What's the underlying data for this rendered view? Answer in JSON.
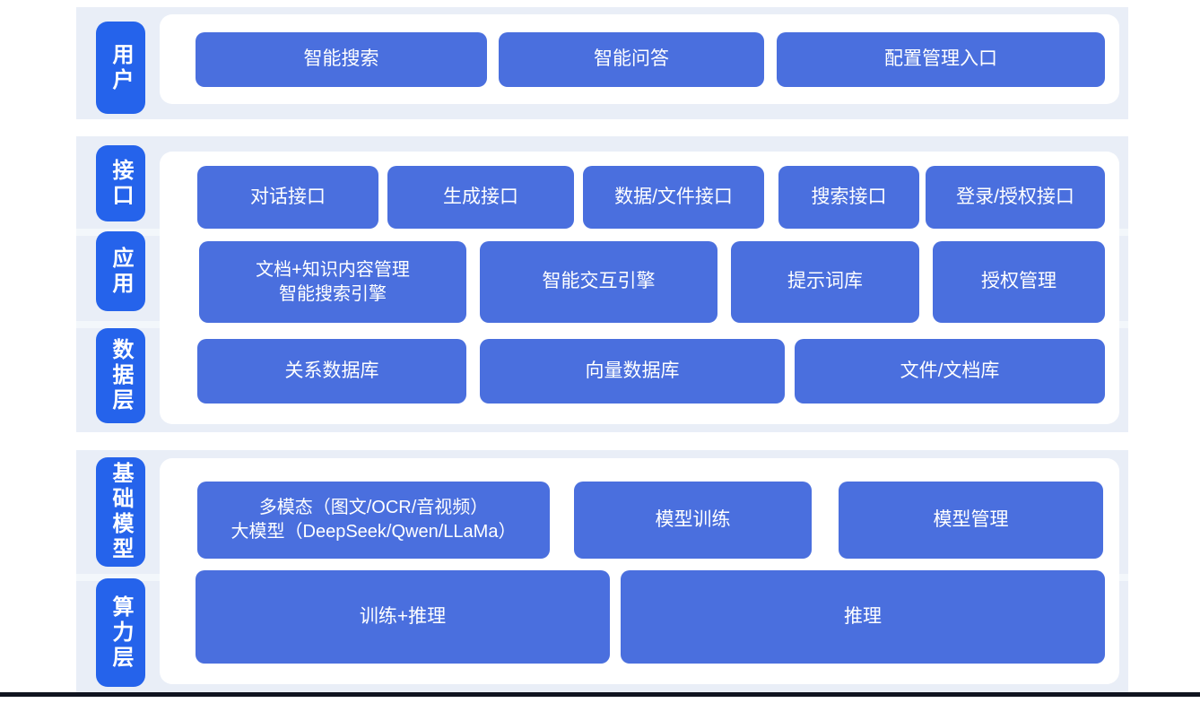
{
  "diagram": {
    "colors": {
      "band_background": "#e9eef7",
      "divider_background": "#f3f7fb",
      "label_background": "#2563eb",
      "box_background": "#4a6fde",
      "box_text": "#ffffff",
      "panel_background": "#ffffff",
      "bottom_rule": "#10141f"
    },
    "layers": {
      "user": {
        "label": "用户",
        "boxes": {
          "smart_search": "智能搜索",
          "smart_qa": "智能问答",
          "config_entry": "配置管理入口"
        }
      },
      "interface": {
        "label": "接口",
        "boxes": {
          "dialog": "对话接口",
          "generation": "生成接口",
          "data_file": "数据/文件接口",
          "search": "搜索接口",
          "login_auth": "登录/授权接口"
        }
      },
      "application": {
        "label": "应用",
        "boxes": {
          "doc_engine_line1": "文档+知识内容管理",
          "doc_engine_line2": "智能搜索引擎",
          "interaction_engine": "智能交互引擎",
          "prompt_library": "提示词库",
          "auth_management": "授权管理"
        }
      },
      "data": {
        "label": "数据层",
        "boxes": {
          "relational_db": "关系数据库",
          "vector_db": "向量数据库",
          "file_doc_store": "文件/文档库"
        }
      },
      "foundation": {
        "label": "基础模型",
        "boxes": {
          "multimodal_line1": "多模态（图文/OCR/音视频）",
          "multimodal_line2": "大模型（DeepSeek/Qwen/LLaMa）",
          "model_training": "模型训练",
          "model_management": "模型管理"
        }
      },
      "compute": {
        "label": "算力层",
        "boxes": {
          "train_infer": "训练+推理",
          "infer": "推理"
        }
      }
    }
  }
}
